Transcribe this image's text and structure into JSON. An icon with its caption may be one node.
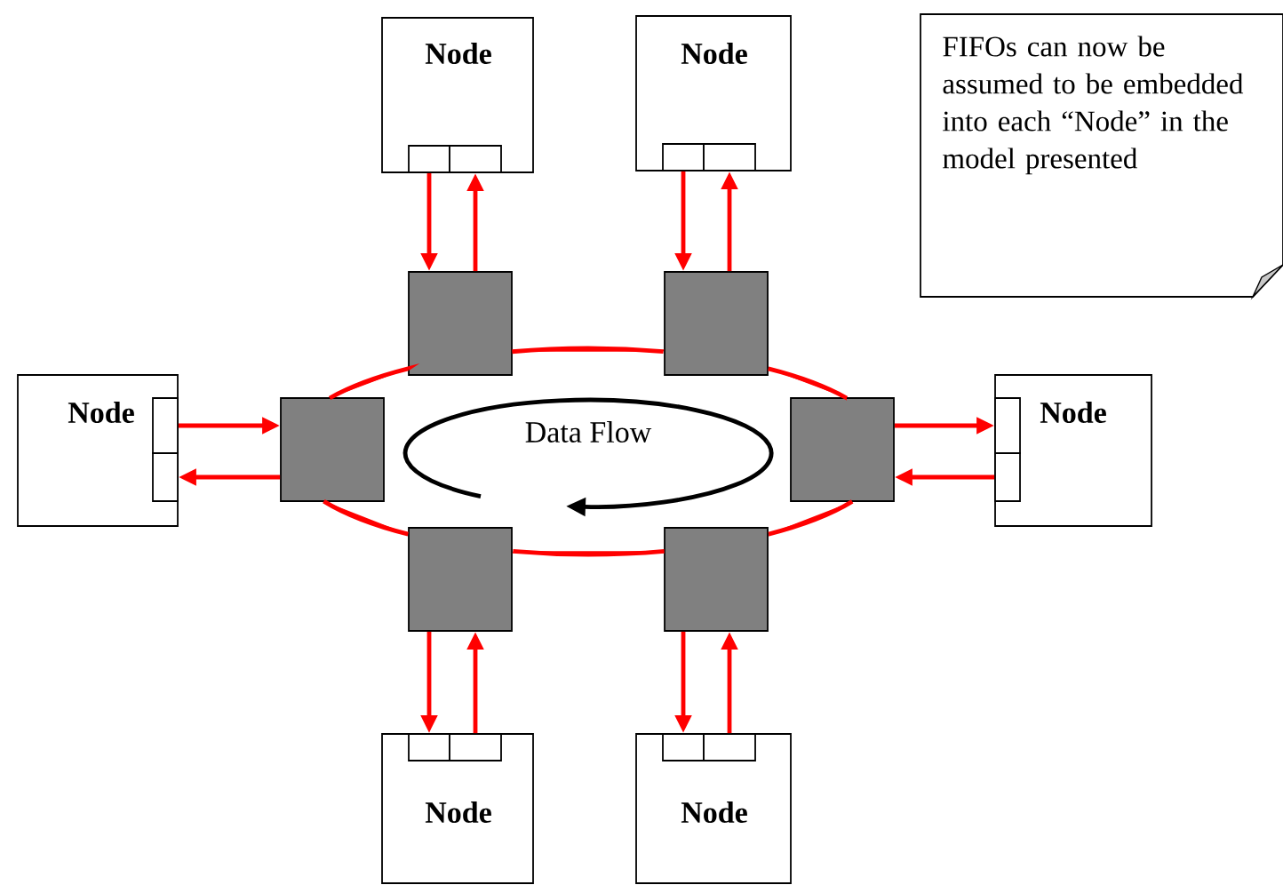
{
  "diagram": {
    "nodes": [
      {
        "text": [
          "Node"
        ]
      },
      {
        "text": [],
        "shape": "box",
        "in": 0
      },
      {
        "text": [],
        "shape": "box",
        "in": 0
      },
      {
        "text": [
          "Node"
        ]
      },
      {
        "text": [],
        "shape": "box",
        "in": 3
      },
      {
        "text": [],
        "shape": "box",
        "in": 3
      },
      {
        "text": [
          "FIFOs can now be assumed to be embedded into each “Node” in the model presented"
        ]
      },
      {
        "text": [],
        "shape": "box"
      },
      {
        "text": [],
        "shape": "box"
      },
      {
        "text": [
          "Node"
        ]
      },
      {
        "text": [],
        "shape": "box",
        "in": 9
      },
      {
        "text": [],
        "shape": "box",
        "in": 9
      },
      {
        "text": [],
        "shape": "box"
      },
      {
        "text": [],
        "shape": "box"
      },
      {
        "text": [
          "Node"
        ]
      },
      {
        "text": [],
        "shape": "box",
        "in": 14
      },
      {
        "text": [],
        "shape": "box",
        "in": 14
      },
      {
        "text": [],
        "shape": "box"
      },
      {
        "text": [],
        "shape": "box"
      },
      {
        "text": [
          "Node"
        ]
      },
      {
        "text": [],
        "shape": "box",
        "in": 19
      },
      {
        "text": [],
        "shape": "box",
        "in": 19
      },
      {
        "text": [
          "Node"
        ]
      },
      {
        "text": [],
        "shape": "box",
        "in": 22
      },
      {
        "text": [],
        "shape": "box",
        "in": 22
      }
    ],
    "edges": [
      {
        "from": 1,
        "to": 7,
        "arrow": "to"
      },
      {
        "from": 7,
        "to": 2,
        "arrow": "to"
      },
      {
        "from": 4,
        "to": 8,
        "arrow": "to"
      },
      {
        "from": 8,
        "to": 5,
        "arrow": "to"
      },
      {
        "from": 10,
        "to": 12,
        "arrow": "to"
      },
      {
        "from": 12,
        "to": 11,
        "arrow": "to"
      },
      {
        "from": 13,
        "to": 15,
        "arrow": "to"
      },
      {
        "from": 16,
        "to": 13,
        "arrow": "to"
      },
      {
        "from": 17,
        "to": 20,
        "arrow": "to"
      },
      {
        "from": 21,
        "to": 17,
        "arrow": "to"
      },
      {
        "from": 18,
        "to": 23,
        "arrow": "to"
      },
      {
        "from": 24,
        "to": 18,
        "arrow": "to"
      },
      {
        "from": 7,
        "to": 8,
        "arrow": "none"
      },
      {
        "from": 8,
        "to": 13,
        "arrow": "none"
      },
      {
        "from": 13,
        "to": 18,
        "arrow": "none"
      },
      {
        "from": 18,
        "to": 17,
        "arrow": "none"
      },
      {
        "from": 17,
        "to": 12,
        "arrow": "none"
      },
      {
        "from": 12,
        "to": 7,
        "arrow": "none"
      }
    ],
    "labels": [
      "Data Flow"
    ]
  }
}
